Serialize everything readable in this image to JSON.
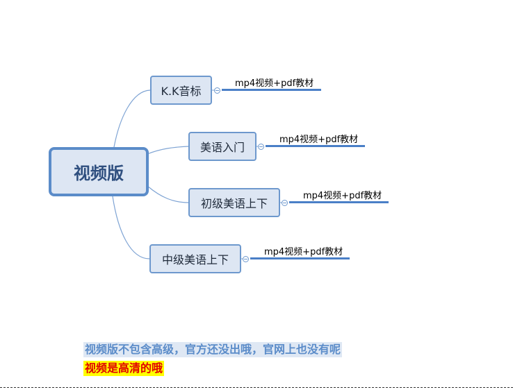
{
  "mindmap": {
    "root": "视频版",
    "branches": [
      {
        "label": "K.K音标",
        "note": "mp4视频+pdf教材"
      },
      {
        "label": "美语入门",
        "note": "mp4视频+pdf教材"
      },
      {
        "label": "初级美语上下",
        "note": "mp4视频+pdf教材"
      },
      {
        "label": "中级美语上下",
        "note": "mp4视频+pdf教材"
      }
    ]
  },
  "captions": {
    "line1": "视频版不包含高级，官方还没出哦，官网上也没有呢",
    "line2": "视频是高清的哦"
  },
  "colors": {
    "node_fill": "#dde6f3",
    "node_border": "#6d98cd",
    "connector": "#7fa4d4",
    "note_underline": "#4a7fc7",
    "caption1_text": "#5b8cc9",
    "caption2_text": "#e00000",
    "caption2_highlight": "#ffff00"
  }
}
